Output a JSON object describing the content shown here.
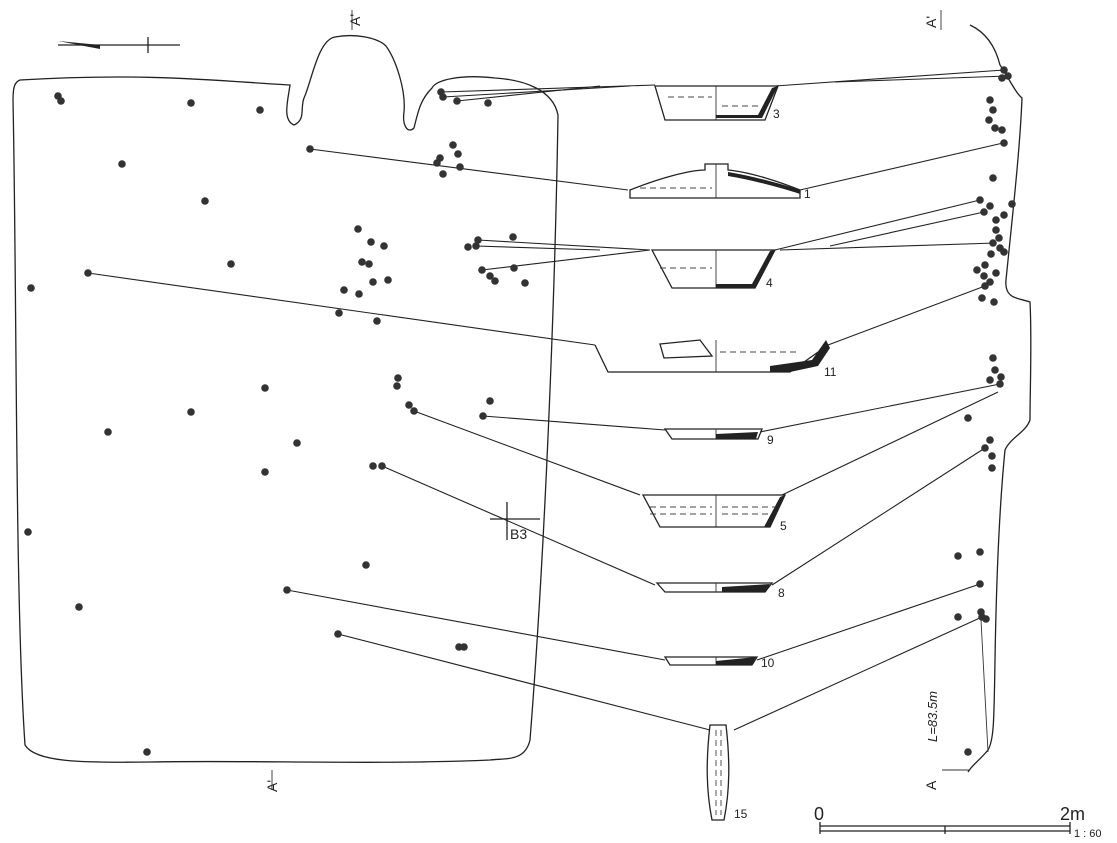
{
  "section_labels": {
    "a_prime_top": "A'",
    "a_prime_bottom": "A'",
    "a_right_top": "A'",
    "a_right_bottom": "A"
  },
  "grid_label": "B3",
  "level": "L=83.5m",
  "scale_bar": {
    "start": "0",
    "end": "2m",
    "ratio": "1 : 60"
  },
  "artifacts": [
    {
      "number": "3"
    },
    {
      "number": "1"
    },
    {
      "number": "4"
    },
    {
      "number": "11"
    },
    {
      "number": "9"
    },
    {
      "number": "5"
    },
    {
      "number": "8"
    },
    {
      "number": "10"
    },
    {
      "number": "15"
    }
  ]
}
